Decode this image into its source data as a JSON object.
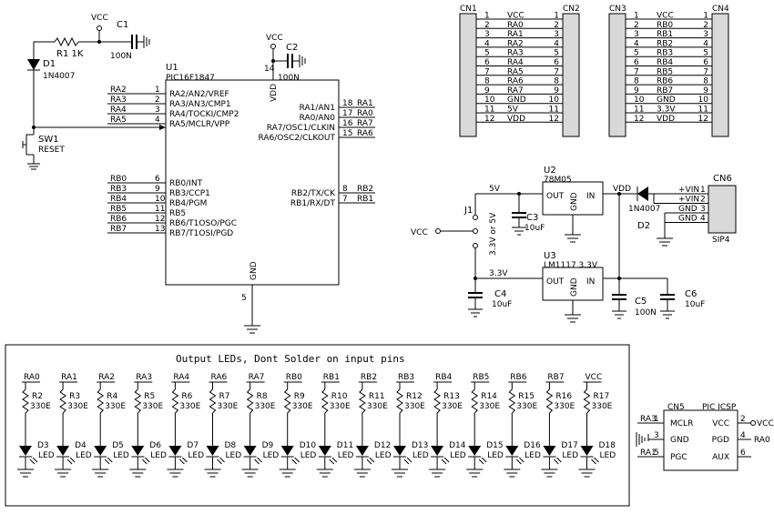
{
  "vcc_top": "VCC",
  "c1": {
    "ref": "C1",
    "val": "100N"
  },
  "r1": {
    "ref": "R1 1K"
  },
  "d1": {
    "ref": "D1",
    "val": "1N4007"
  },
  "sw1": {
    "ref": "SW1",
    "val": "RESET"
  },
  "vcc_u1": "VCC",
  "c2": {
    "ref": "C2",
    "val": "100N"
  },
  "u1": {
    "ref": "U1",
    "part": "PIC16F1847",
    "vdd": "VDD",
    "gnd": "GND",
    "vdd_pin": "14",
    "gnd_pin": "5",
    "left": [
      {
        "net": "RA2",
        "pin": "1",
        "fn": "RA2/AN2/VREF"
      },
      {
        "net": "RA3",
        "pin": "2",
        "fn": "RA3/AN3/CMP1"
      },
      {
        "net": "RA4",
        "pin": "3",
        "fn": "RA4/TOCKI/CMP2"
      },
      {
        "net": "RA5",
        "pin": "4",
        "fn": "RA5/MCLR/VPP"
      },
      {
        "net": "RB0",
        "pin": "6",
        "fn": "RB0/INT"
      },
      {
        "net": "RB3",
        "pin": "9",
        "fn": "RB3/CCP1"
      },
      {
        "net": "RB4",
        "pin": "10",
        "fn": "RB4/PGM"
      },
      {
        "net": "RB5",
        "pin": "11",
        "fn": "RB5"
      },
      {
        "net": "RB6",
        "pin": "12",
        "fn": "RB6/T1OSO/PGC"
      },
      {
        "net": "RB7",
        "pin": "13",
        "fn": "RB7/T1OSI/PGD"
      }
    ],
    "right": [
      {
        "net": "RA1",
        "pin": "18",
        "fn": "RA1/AN1"
      },
      {
        "net": "RA0",
        "pin": "17",
        "fn": "RA0/AN0"
      },
      {
        "net": "RA7",
        "pin": "16",
        "fn": "RA7/OSC1/CLKIN"
      },
      {
        "net": "RA6",
        "pin": "15",
        "fn": "RA6/OSC2/CLKOUT"
      },
      {
        "net": "RB2",
        "pin": "8",
        "fn": "RB2/TX/CK"
      },
      {
        "net": "RB1",
        "pin": "7",
        "fn": "RB1/RX/DT"
      }
    ]
  },
  "headers": [
    {
      "left": "CN1",
      "right": "CN2",
      "rows": [
        {
          "n": "1",
          "net": "VCC"
        },
        {
          "n": "2",
          "net": "RA0"
        },
        {
          "n": "3",
          "net": "RA1"
        },
        {
          "n": "4",
          "net": "RA2"
        },
        {
          "n": "5",
          "net": "RA3"
        },
        {
          "n": "6",
          "net": "RA4"
        },
        {
          "n": "7",
          "net": "RA5"
        },
        {
          "n": "8",
          "net": "RA6"
        },
        {
          "n": "9",
          "net": "RA7"
        },
        {
          "n": "10",
          "net": "GND"
        },
        {
          "n": "11",
          "net": "5V"
        },
        {
          "n": "12",
          "net": "VDD"
        }
      ]
    },
    {
      "left": "CN3",
      "right": "CN4",
      "rows": [
        {
          "n": "1",
          "net": "VCC"
        },
        {
          "n": "2",
          "net": "RB0"
        },
        {
          "n": "3",
          "net": "RB1"
        },
        {
          "n": "4",
          "net": "RB2"
        },
        {
          "n": "5",
          "net": "RB3"
        },
        {
          "n": "6",
          "net": "RB4"
        },
        {
          "n": "7",
          "net": "RB5"
        },
        {
          "n": "8",
          "net": "RB6"
        },
        {
          "n": "9",
          "net": "RB7"
        },
        {
          "n": "10",
          "net": "GND"
        },
        {
          "n": "11",
          "net": "3.3V"
        },
        {
          "n": "12",
          "net": "VDD"
        }
      ]
    }
  ],
  "power": {
    "u2": {
      "ref": "U2",
      "part": "78M05",
      "out": "OUT",
      "in": "IN",
      "gnd": "GND"
    },
    "u3": {
      "ref": "U3",
      "part": "LM1117 3.3V",
      "out": "OUT",
      "in": "IN",
      "gnd": "GND"
    },
    "net_5v": "5V",
    "net_33v": "3.3V",
    "net_vdd": "VDD",
    "net_vcc": "VCC",
    "j1": {
      "ref": "J1",
      "label": "3.3V or 5V"
    },
    "c3": {
      "ref": "C3",
      "val": "10uF"
    },
    "c4": {
      "ref": "C4",
      "val": "10uF"
    },
    "c5": {
      "ref": "C5",
      "val": "100N"
    },
    "c6": {
      "ref": "C6",
      "val": "10uF"
    },
    "d2": {
      "ref": "D2",
      "val": "1N4007"
    },
    "cn6": {
      "ref": "CN6",
      "type": "SIP4",
      "rows": [
        {
          "net": "+VIN",
          "n": "1"
        },
        {
          "net": "+VIN",
          "n": "2"
        },
        {
          "net": "GND",
          "n": "3"
        },
        {
          "net": "GND",
          "n": "4"
        }
      ]
    }
  },
  "led_panel": {
    "title": "Output LEDs, Dont Solder on input pins",
    "leds": [
      {
        "net": "RA0",
        "r": "R2",
        "d": "D3"
      },
      {
        "net": "RA1",
        "r": "R3",
        "d": "D4"
      },
      {
        "net": "RA2",
        "r": "R4",
        "d": "D5"
      },
      {
        "net": "RA3",
        "r": "R5",
        "d": "D6"
      },
      {
        "net": "RA4",
        "r": "R6",
        "d": "D7"
      },
      {
        "net": "RA6",
        "r": "R7",
        "d": "D8"
      },
      {
        "net": "RA7",
        "r": "R8",
        "d": "D9"
      },
      {
        "net": "RB0",
        "r": "R9",
        "d": "D10"
      },
      {
        "net": "RB1",
        "r": "R10",
        "d": "D11"
      },
      {
        "net": "RB2",
        "r": "R11",
        "d": "D12"
      },
      {
        "net": "RB3",
        "r": "R12",
        "d": "D13"
      },
      {
        "net": "RB4",
        "r": "R13",
        "d": "D14"
      },
      {
        "net": "RB5",
        "r": "R14",
        "d": "D15"
      },
      {
        "net": "RB6",
        "r": "R15",
        "d": "D16"
      },
      {
        "net": "RB7",
        "r": "R16",
        "d": "D17"
      },
      {
        "net": "VCC",
        "r": "R17",
        "d": "D18"
      }
    ],
    "r_val": "330E",
    "d_val": "LED"
  },
  "icsp": {
    "ref": "CN5",
    "title": "PIC ICSP",
    "left": [
      {
        "net": "RA3",
        "pin": "1",
        "fn": "MCLR"
      },
      {
        "net": "",
        "pin": "3",
        "fn": "GND"
      },
      {
        "net": "RA1",
        "pin": "5",
        "fn": "PGC"
      }
    ],
    "right": [
      {
        "net": "VCC",
        "pin": "2",
        "fn": "VCC"
      },
      {
        "net": "RA0",
        "pin": "4",
        "fn": "PGD"
      },
      {
        "net": "",
        "pin": "6",
        "fn": "AUX"
      }
    ]
  }
}
